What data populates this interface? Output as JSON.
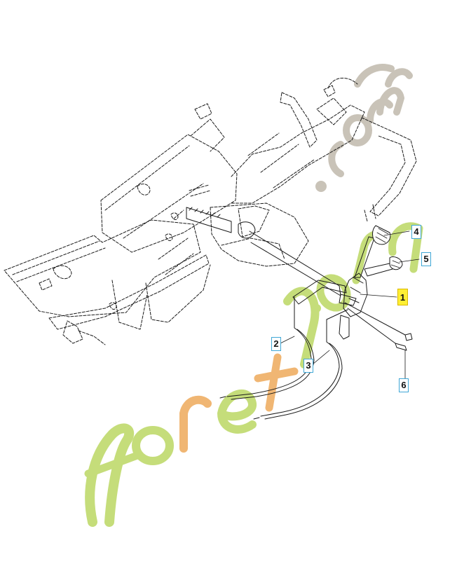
{
  "callouts": [
    {
      "id": "c1",
      "label": "1",
      "highlight": true
    },
    {
      "id": "c2",
      "label": "2",
      "highlight": false
    },
    {
      "id": "c3",
      "label": "3",
      "highlight": false
    },
    {
      "id": "c4",
      "label": "4",
      "highlight": false
    },
    {
      "id": "c5",
      "label": "5",
      "highlight": false
    },
    {
      "id": "c6",
      "label": "6",
      "highlight": false
    }
  ],
  "watermark": {
    "text": "foretjardin.com",
    "colors": {
      "green": "#c5dd7a",
      "orange": "#f0b673",
      "grey": "#c9c3b8"
    }
  },
  "colors": {
    "line": "#1a1a1a",
    "callout_border": "#3fa7d6",
    "highlight": "#ffef33"
  }
}
